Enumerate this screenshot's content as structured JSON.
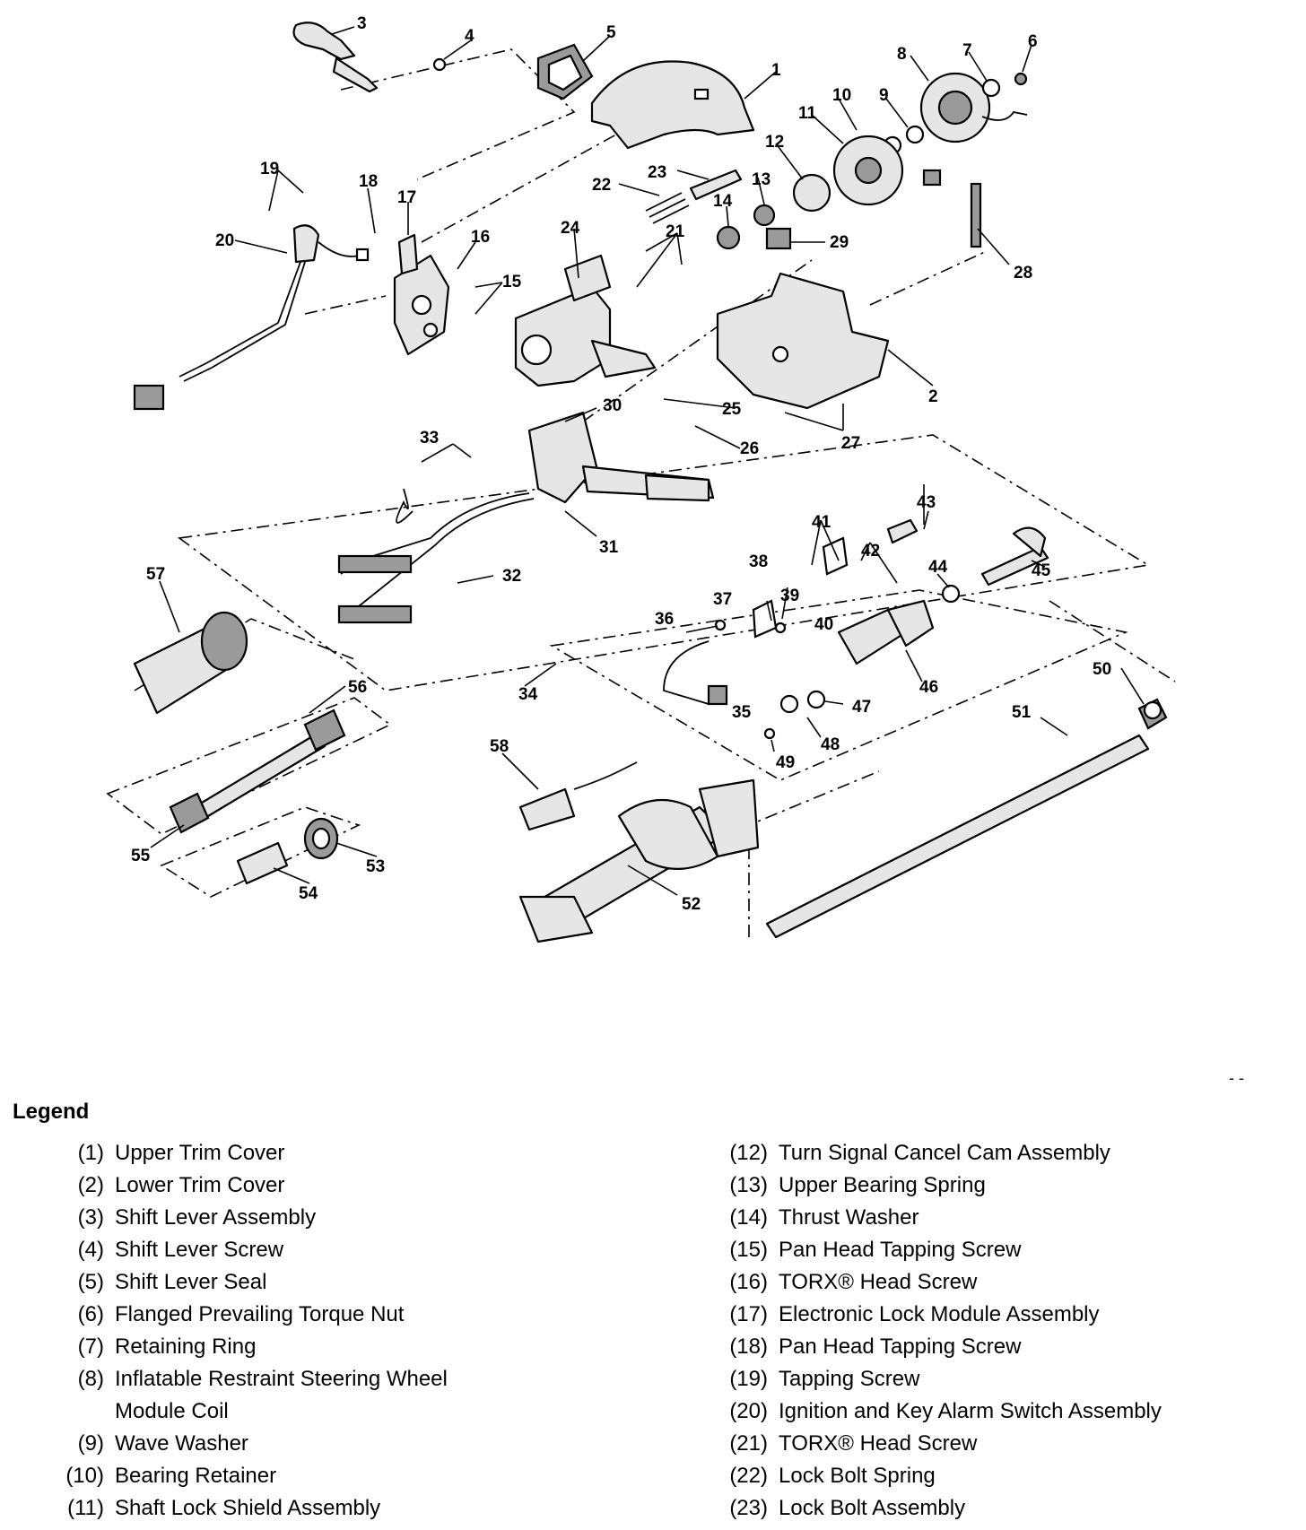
{
  "callouts": [
    "1",
    "2",
    "3",
    "4",
    "5",
    "6",
    "7",
    "8",
    "9",
    "10",
    "11",
    "12",
    "13",
    "14",
    "15",
    "16",
    "17",
    "18",
    "19",
    "20",
    "21",
    "22",
    "23",
    "24",
    "25",
    "26",
    "27",
    "28",
    "29",
    "30",
    "31",
    "32",
    "33",
    "34",
    "35",
    "36",
    "37",
    "38",
    "39",
    "40",
    "41",
    "42",
    "43",
    "44",
    "45",
    "46",
    "47",
    "48",
    "49",
    "50",
    "51",
    "52",
    "53",
    "54",
    "55",
    "56",
    "57",
    "58"
  ],
  "legend": {
    "title": "Legend",
    "left": [
      {
        "num": "(1)",
        "text": "Upper Trim Cover"
      },
      {
        "num": "(2)",
        "text": "Lower Trim Cover"
      },
      {
        "num": "(3)",
        "text": "Shift Lever Assembly"
      },
      {
        "num": "(4)",
        "text": "Shift Lever Screw"
      },
      {
        "num": "(5)",
        "text": "Shift Lever Seal"
      },
      {
        "num": "(6)",
        "text": "Flanged Prevailing Torque Nut"
      },
      {
        "num": "(7)",
        "text": "Retaining Ring"
      },
      {
        "num": "(8)",
        "text": "Inflatable Restraint Steering Wheel\nModule Coil"
      },
      {
        "num": "(9)",
        "text": "Wave Washer"
      },
      {
        "num": "(10)",
        "text": "Bearing Retainer"
      },
      {
        "num": "(11)",
        "text": "Shaft Lock Shield Assembly"
      }
    ],
    "right": [
      {
        "num": "(12)",
        "text": "Turn Signal Cancel Cam Assembly"
      },
      {
        "num": "(13)",
        "text": "Upper Bearing Spring"
      },
      {
        "num": "(14)",
        "text": "Thrust Washer"
      },
      {
        "num": "(15)",
        "text": "Pan Head Tapping Screw"
      },
      {
        "num": "(16)",
        "text": "TORX® Head Screw"
      },
      {
        "num": "(17)",
        "text": "Electronic Lock Module Assembly"
      },
      {
        "num": "(18)",
        "text": "Pan Head Tapping Screw"
      },
      {
        "num": "(19)",
        "text": "Tapping Screw"
      },
      {
        "num": "(20)",
        "text": "Ignition and Key Alarm Switch Assembly"
      },
      {
        "num": "(21)",
        "text": "TORX® Head Screw"
      },
      {
        "num": "(22)",
        "text": "Lock Bolt Spring"
      },
      {
        "num": "(23)",
        "text": "Lock Bolt Assembly"
      }
    ]
  },
  "corner_mark": "- -"
}
